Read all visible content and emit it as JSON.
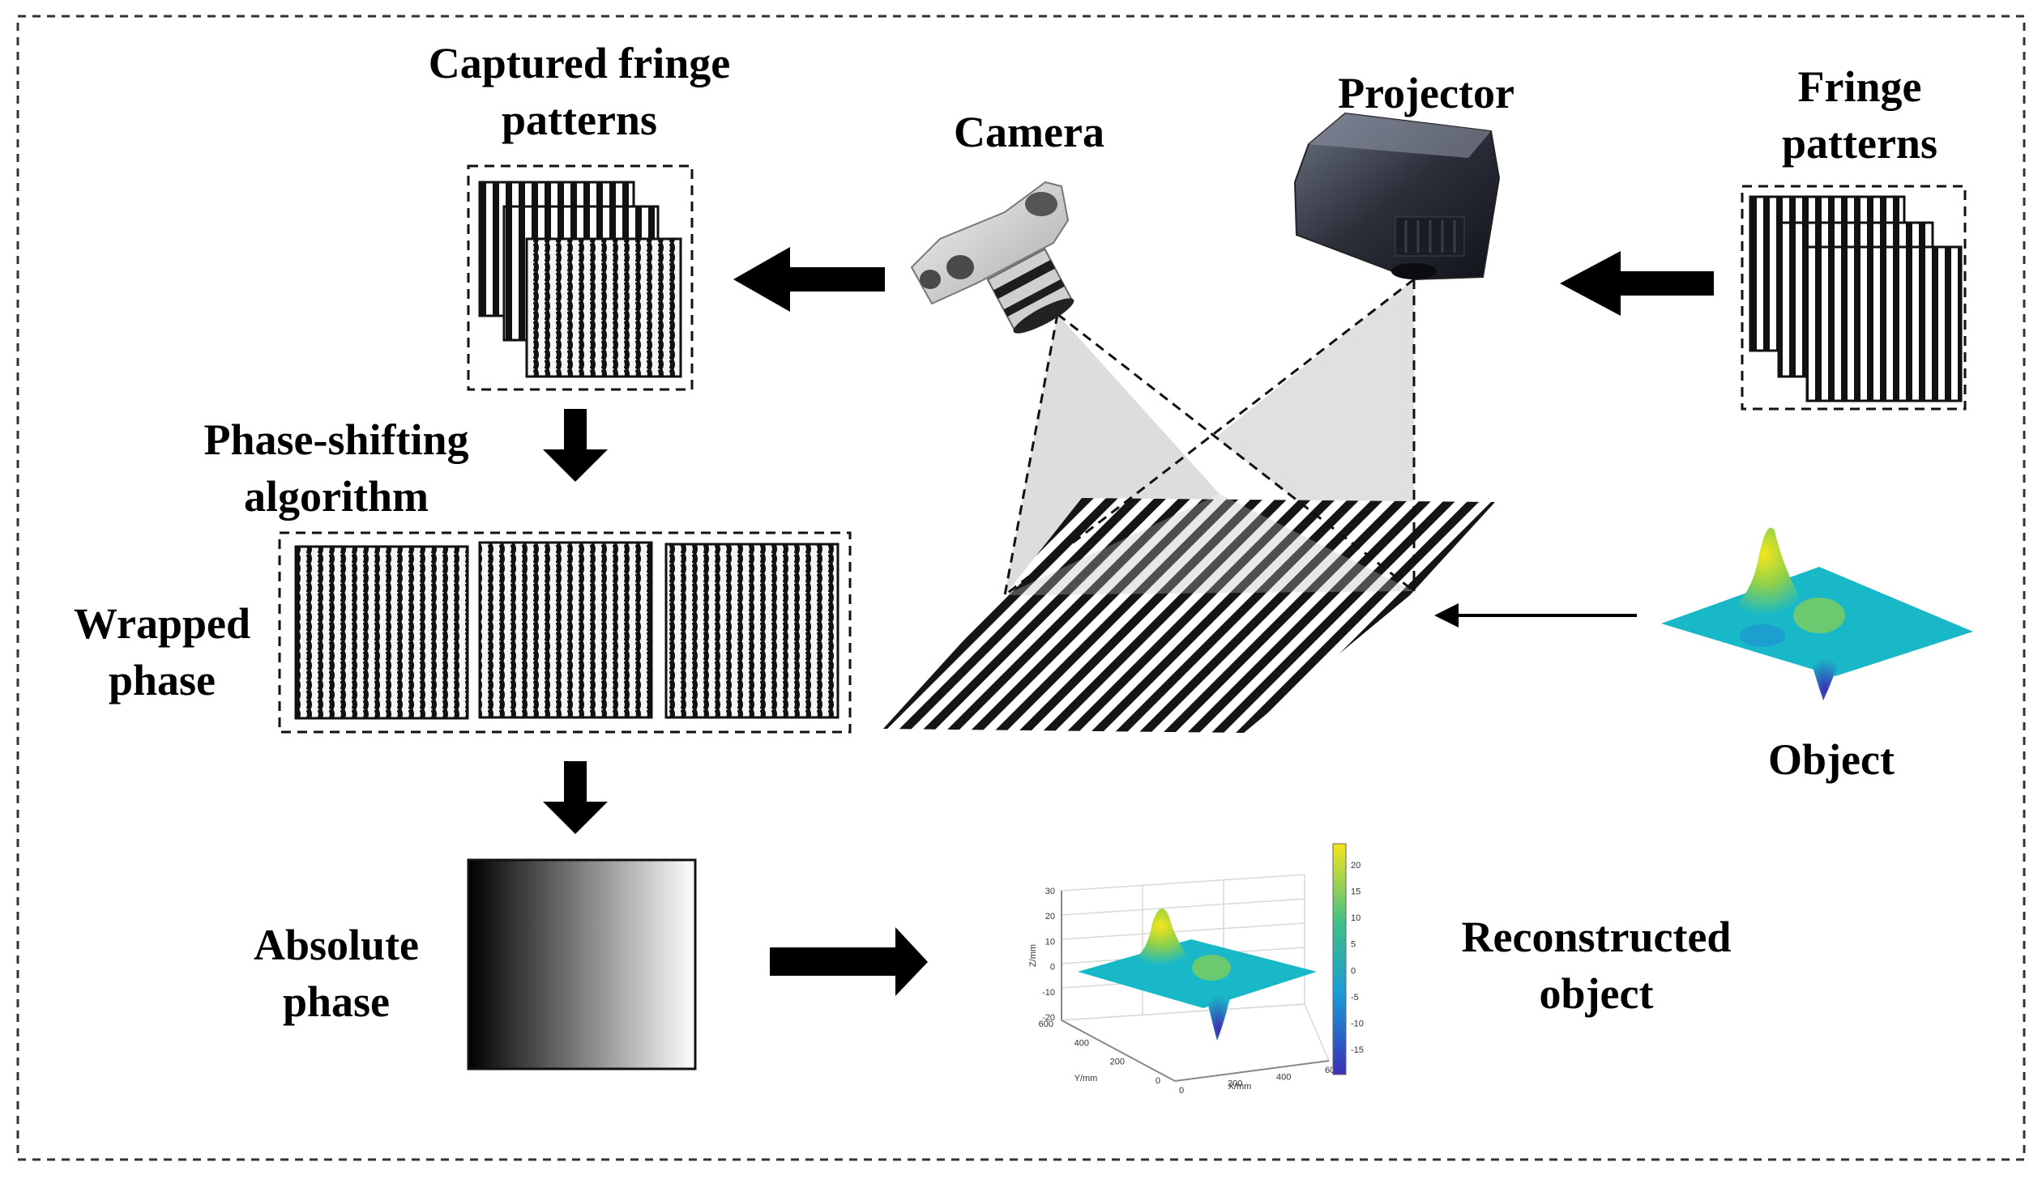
{
  "labels": {
    "captured_line1": "Captured fringe",
    "captured_line2": "patterns",
    "camera": "Camera",
    "projector": "Projector",
    "fringe_line1": "Fringe",
    "fringe_line2": "patterns",
    "phase_shift_line1": "Phase-shifting",
    "phase_shift_line2": "algorithm",
    "wrapped_line1": "Wrapped",
    "wrapped_line2": "phase",
    "object": "Object",
    "absolute_line1": "Absolute",
    "absolute_line2": "phase",
    "reconstructed_line1": "Reconstructed",
    "reconstructed_line2": "object"
  },
  "plot": {
    "z_ticks": [
      "30",
      "20",
      "10",
      "0",
      "-10",
      "-20"
    ],
    "z_axis_label": "Z/mm",
    "y_ticks": [
      "600",
      "400",
      "200",
      "0"
    ],
    "y_axis_label": "Y/mm",
    "x_ticks": [
      "0",
      "200",
      "400",
      "600"
    ],
    "x_axis_label": "X/mm",
    "colorbar_ticks": [
      "20",
      "15",
      "10",
      "5",
      "0",
      "-5",
      "-10",
      "-15"
    ]
  },
  "colors": {
    "surface_low": "#3b2fb5",
    "surface_mid": "#18b8c8",
    "surface_high": "#f5e51b",
    "arrow": "#000000",
    "frustum": "#cfcfcf"
  }
}
